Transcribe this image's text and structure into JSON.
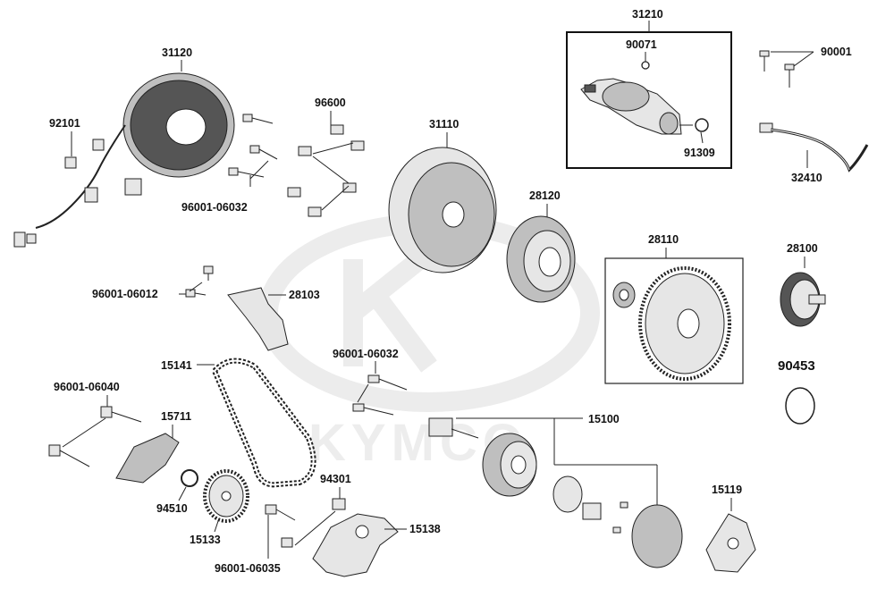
{
  "diagram": {
    "watermark": "KYMCO",
    "labels": {
      "p31210": "31210",
      "p90071": "90071",
      "p91309": "91309",
      "p90001": "90001",
      "p32410": "32410",
      "p31120": "31120",
      "p92101": "92101",
      "p96600": "96600",
      "p96001_06032_top": "96001-06032",
      "p31110": "31110",
      "p28120": "28120",
      "p28110": "28110",
      "p28100": "28100",
      "p90453": "90453",
      "p96001_06012": "96001-06012",
      "p28103": "28103",
      "p15141": "15141",
      "p96001_06032_mid": "96001-06032",
      "p96001_06040": "96001-06040",
      "p15711": "15711",
      "p15100": "15100",
      "p94510": "94510",
      "p15133": "15133",
      "p94301": "94301",
      "p15138": "15138",
      "p15119": "15119",
      "p96001_06035": "96001-06035"
    }
  }
}
